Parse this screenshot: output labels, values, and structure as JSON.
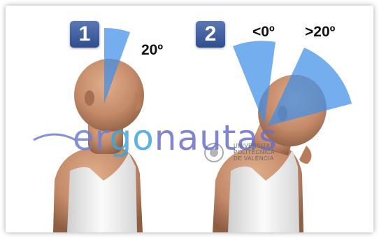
{
  "figure": {
    "panel1": {
      "number": "1",
      "angle_label": "20º"
    },
    "panel2": {
      "number": "2",
      "angle_label_left": "<0º",
      "angle_label_right": ">20º"
    }
  },
  "watermark": {
    "brand_part1": "er",
    "brand_part2": "go",
    "brand_part3": "nautas",
    "seal_lines": [
      "UNIVERSITAT",
      "POLITÈCNICA",
      "DE VALÈNCIA"
    ]
  },
  "colors": {
    "wedge": "#3f8fe8",
    "badge": "#3a5a9c",
    "skin": "#c98f70",
    "shirt": "#eeeeee"
  }
}
